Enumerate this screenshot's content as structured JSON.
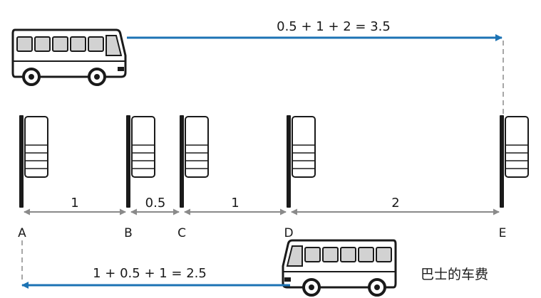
{
  "top_formula": "0.5 + 1 + 2 = 3.5",
  "bottom_formula": "1 + 0.5 + 1 = 2.5",
  "caption": "巴士的车费",
  "stops": [
    {
      "label": "A"
    },
    {
      "label": "B"
    },
    {
      "label": "C"
    },
    {
      "label": "D"
    },
    {
      "label": "E"
    }
  ],
  "distances": [
    "1",
    "0.5",
    "1",
    "2"
  ],
  "colors": {
    "arrow": "#1c73b4",
    "dimension": "#8a8a8a",
    "ink": "#1a1a1a"
  }
}
